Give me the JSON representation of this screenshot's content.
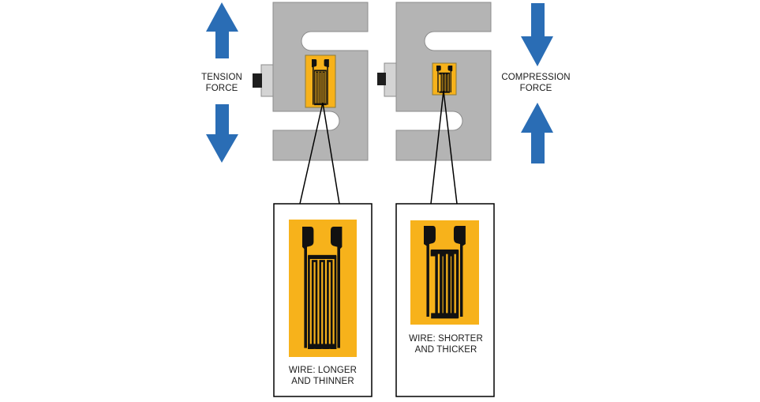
{
  "labels": {
    "tension_line1": "TENSION",
    "tension_line2": "FORCE",
    "compression_line1": "COMPRESSION",
    "compression_line2": "FORCE",
    "wire_long_line1": "WIRE: LONGER",
    "wire_long_line2": "AND THINNER",
    "wire_short_line1": "WIRE: SHORTER",
    "wire_short_line2": "AND THICKER"
  },
  "colors": {
    "arrow": "#2a6db5",
    "load_cell": "#b4b4b4",
    "load_cell_edge": "#8c8c8c",
    "gauge_backing": "#f7b21b",
    "gauge_grid": "#111111",
    "outline": "#000000"
  },
  "icons": {
    "up_arrow": "arrow-up-icon",
    "down_arrow": "arrow-down-icon",
    "gauge": "strain-gauge-icon"
  }
}
